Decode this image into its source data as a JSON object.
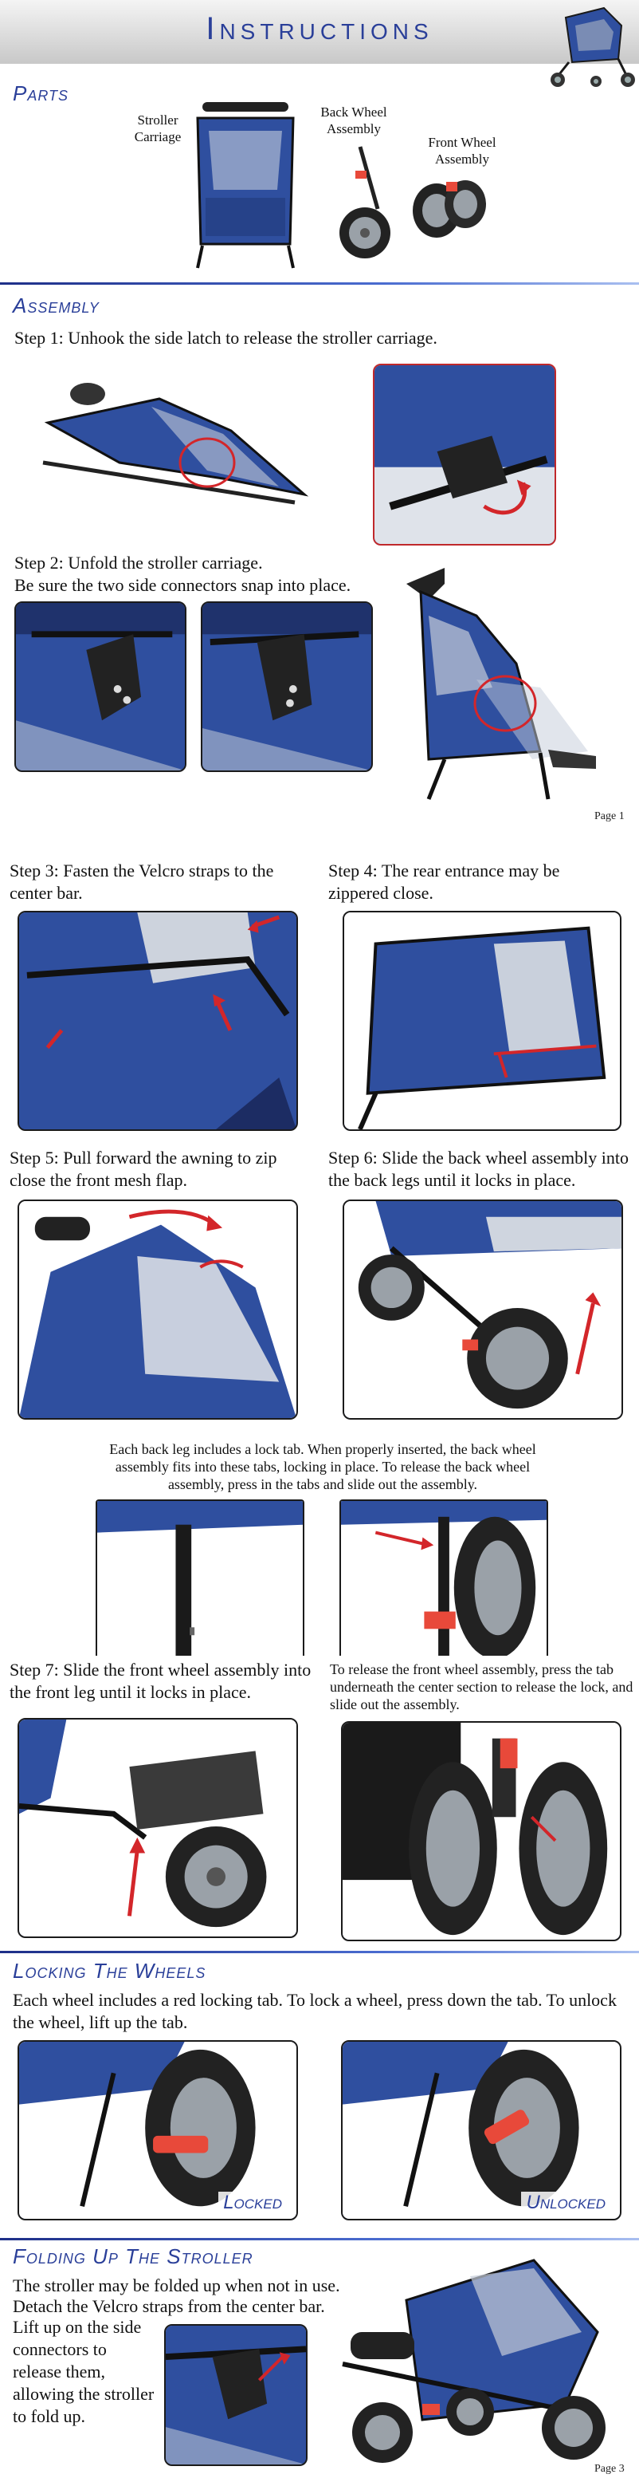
{
  "header": {
    "title": "Instructions"
  },
  "sections": {
    "parts": "Parts",
    "assembly": "Assembly",
    "locking": "Locking The Wheels",
    "folding": "Folding Up The Stroller"
  },
  "parts": {
    "stroller_carriage": "Stroller Carriage",
    "back_wheel": "Back Wheel Assembly",
    "front_wheel": "Front Wheel Assembly"
  },
  "steps": {
    "s1": "Step 1: Unhook the side latch to release the stroller carriage.",
    "s2_line1": "Step 2: Unfold the stroller carriage.",
    "s2_line2": "Be sure the two side connectors snap into place.",
    "s3": "Step 3: Fasten the Velcro straps to the center bar.",
    "s4": "Step 4: The rear entrance may be zippered close.",
    "s5": "Step 5: Pull forward the awning to zip close the front mesh flap.",
    "s6": "Step 6: Slide the back wheel assembly into the back legs until it locks in place.",
    "s7": "Step 7: Slide the front wheel assembly into the front leg until it locks in place."
  },
  "notes": {
    "back_leg": "Each back leg includes a lock tab.  When properly inserted, the back wheel assembly fits into these tabs, locking in place. To release the back wheel assembly, press in the tabs and slide out the assembly.",
    "front_release": "To release the front wheel assembly, press the tab underneath the  center section to release the lock, and slide out the assembly.",
    "locking": "Each wheel includes a red locking tab.  To lock a wheel, press down the tab.  To unlock the wheel, lift up the tab.",
    "fold_line1": "The stroller may be folded up when not in use.",
    "fold_line2": "Detach the Velcro straps from the center bar.",
    "fold_line3": "Lift up on the side connectors to release them, allowing the stroller to fold up."
  },
  "labels": {
    "locked": "Locked",
    "unlocked": "Unlocked"
  },
  "pages": {
    "p1": "Page 1",
    "p3": "Page 3"
  },
  "colors": {
    "accent": "#2a3f99",
    "stroller_blue": "#2f4f9f",
    "lock_tab": "#e8493a",
    "arrow": "#d3262a"
  }
}
